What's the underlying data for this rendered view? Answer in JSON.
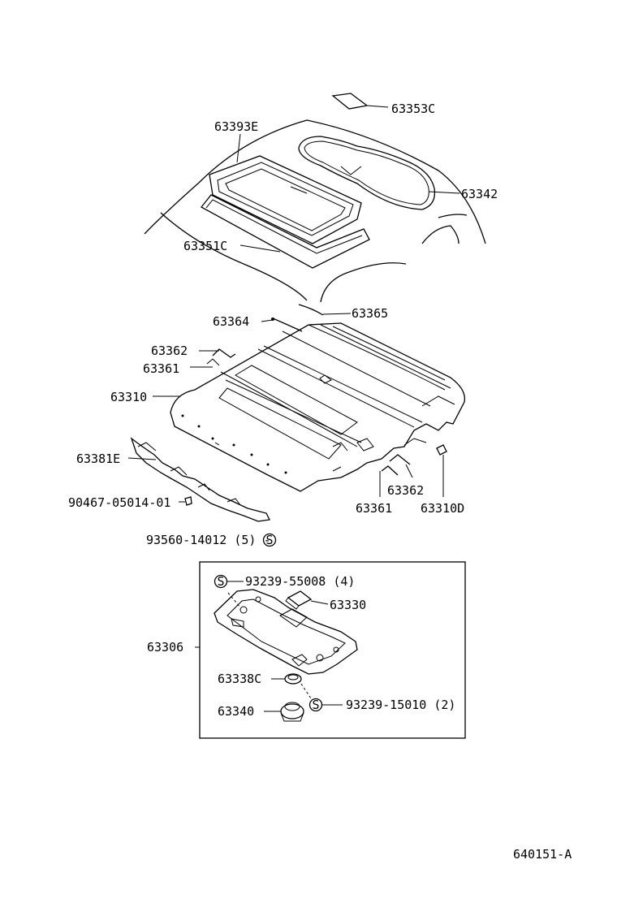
{
  "callouts": {
    "c63353c": "63353C",
    "c63393e": "63393E",
    "c63342": "63342",
    "c63351c": "63351C",
    "c63364": "63364",
    "c63365": "63365",
    "c63362_left": "63362",
    "c63361_left": "63361",
    "c63310": "63310",
    "c63381e": "63381E",
    "c90467": "90467-05014-01",
    "c93560": "93560-14012 (5) -",
    "c63362_right": "63362",
    "c63361_right": "63361",
    "c63310d": "63310D",
    "c93239_55008": "93239-55008 (4)",
    "c63330": "63330",
    "c63306": "63306",
    "c63338c": "63338C",
    "c93239_15010": "93239-15010 (2)",
    "c63340": "63340"
  },
  "symbols": {
    "s_mark": "S"
  },
  "figure_id": "640151-A"
}
